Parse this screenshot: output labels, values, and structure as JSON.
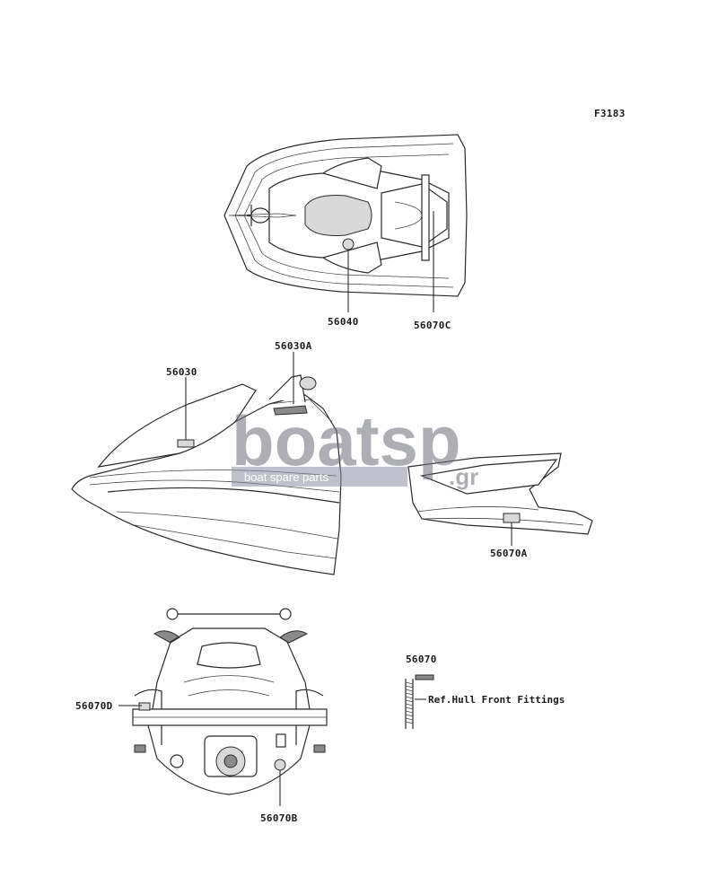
{
  "figure_code": "F3183",
  "parts": [
    {
      "id": "56040"
    },
    {
      "id": "56070C"
    },
    {
      "id": "56030A"
    },
    {
      "id": "56030"
    },
    {
      "id": "56070A"
    },
    {
      "id": "56070"
    },
    {
      "id": "56070D"
    },
    {
      "id": "56070B"
    }
  ],
  "reference_note": "Ref.Hull Front Fittings",
  "watermark": {
    "brand": "boatsp",
    "domain": ".gr",
    "tagline": "boat spare parts"
  }
}
